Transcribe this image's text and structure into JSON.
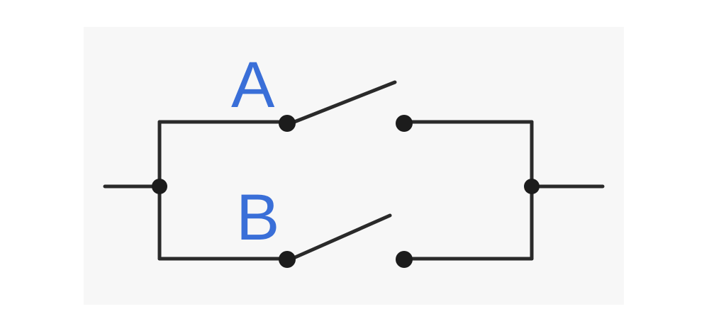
{
  "diagram": {
    "switches": [
      {
        "label": "A",
        "state": "open"
      },
      {
        "label": "B",
        "state": "open"
      }
    ],
    "colors": {
      "label": "#3a6fd8",
      "wire": "#2a2a2a",
      "node": "#1c1c1c",
      "background": "#f7f7f7"
    }
  }
}
